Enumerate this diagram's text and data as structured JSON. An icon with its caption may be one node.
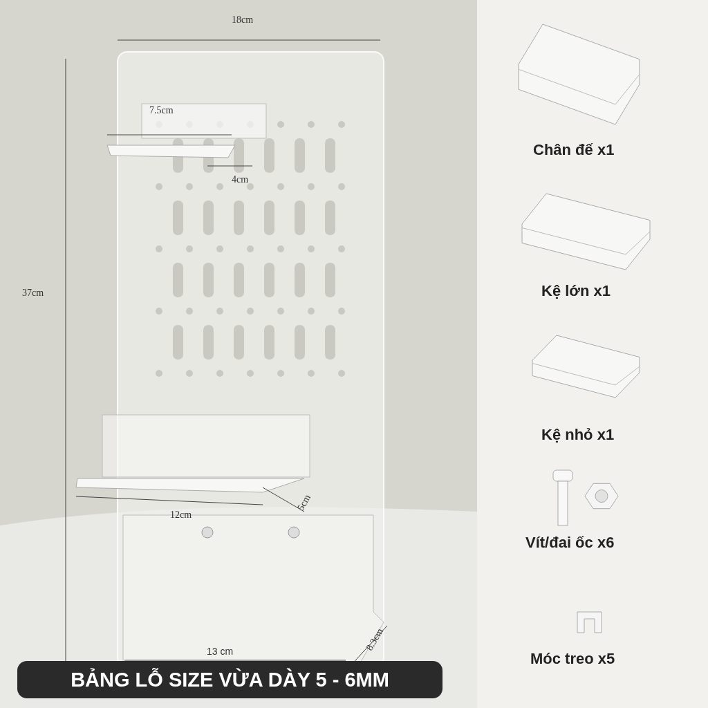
{
  "diagram": {
    "title": "BẢNG LỖ SIZE VỪA DÀY 5 - 6MM",
    "labels": [
      "18cm",
      "7.5cm",
      "4cm",
      "37cm",
      "12cm",
      "5cm",
      "13 cm",
      "8.3cm",
      "Chân đế x1",
      "Kệ lớn x1",
      "Kệ nhỏ x1",
      "Vít/đai ốc x6",
      "Móc treo x5"
    ]
  }
}
